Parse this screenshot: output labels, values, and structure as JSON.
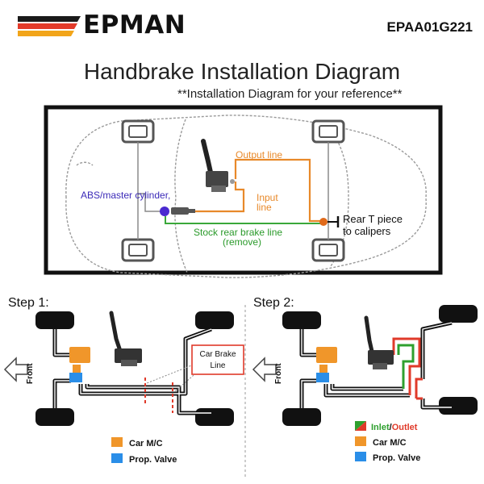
{
  "header": {
    "brand": "EPMAN",
    "product_code": "EPAA01G221",
    "stripe_colors": [
      "#1a1a1a",
      "#e23a2a",
      "#f2a51a"
    ]
  },
  "title": "Handbrake Installation Diagram",
  "subtitle": "**Installation Diagram for your reference**",
  "main_diagram": {
    "labels": {
      "abs": "ABS/master cylinder,",
      "output_line": "Output line",
      "input_line_1": "Input",
      "input_line_2": "line",
      "stock_line_1": "Stock rear brake line",
      "stock_line_2": "(remove)",
      "rear_t_1": "Rear T piece",
      "rear_t_2": "to calipers"
    },
    "colors": {
      "output": "#e8892a",
      "stock": "#3aa83a",
      "abs": "#4a2ad0"
    }
  },
  "step1": {
    "label": "Step 1:",
    "front": "Front",
    "car_brake_line_1": "Car Brake",
    "car_brake_line_2": "Line",
    "legend": [
      {
        "label": "Car M/C",
        "color": "#f0962a"
      },
      {
        "label": "Prop. Valve",
        "color": "#2a8ee8"
      }
    ]
  },
  "step2": {
    "label": "Step 2:",
    "front": "Front",
    "legend_inlet": "Inlet",
    "legend_slash": "/",
    "legend_outlet": "Outlet",
    "legend": [
      {
        "label": "Car M/C",
        "color": "#f0962a"
      },
      {
        "label": "Prop. Valve",
        "color": "#2a8ee8"
      }
    ],
    "inlet_color": "#2ea02e",
    "outlet_color": "#e03a2a"
  }
}
